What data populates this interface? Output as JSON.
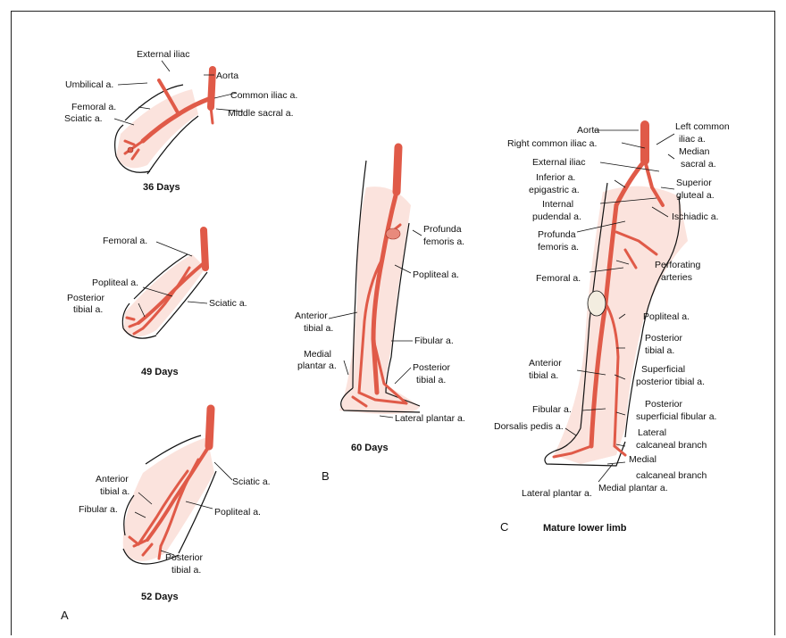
{
  "panels": {
    "a": {
      "letter": "A",
      "stage1": {
        "caption": "36 Days",
        "labels": [
          "External iliac",
          "Umbilical a.",
          "Aorta",
          "Common iliac a.",
          "Femoral a.",
          "Middle sacral a.",
          "Sciatic a."
        ]
      },
      "stage2": {
        "caption": "49 Days",
        "labels": [
          "Femoral a.",
          "Popliteal a.",
          "Sciatic a.",
          "Posterior",
          "tibial a."
        ]
      },
      "stage3": {
        "caption": "52 Days",
        "labels": [
          "Sciatic a.",
          "Anterior",
          "tibial a.",
          "Fibular a.",
          "Popliteal a.",
          "Posterior",
          "tibial a."
        ]
      }
    },
    "b": {
      "letter": "B",
      "caption": "60 Days",
      "labels": [
        "Profunda",
        "femoris a.",
        "Popliteal a.",
        "Anterior",
        "tibial a.",
        "Fibular a.",
        "Medial",
        "plantar a.",
        "Posterior",
        "tibial a.",
        "Lateral plantar a."
      ]
    },
    "c": {
      "letter": "C",
      "caption": "Mature lower limb",
      "labels": [
        "Aorta",
        "Left common",
        "iliac a.",
        "Right common iliac a.",
        "Median",
        "sacral a.",
        "External iliac",
        "Inferior a.",
        "epigastric a.",
        "Superior",
        "gluteal a.",
        "Internal",
        "pudendal a.",
        "Ischiadic a.",
        "Profunda",
        "femoris a.",
        "Perforating",
        "arteries",
        "Femoral a.",
        "Popliteal a.",
        "Posterior",
        "tibial a.",
        "Anterior",
        "tibial a.",
        "Superficial",
        "posterior tibial a.",
        "Fibular a.",
        "Posterior",
        "superficial fibular a.",
        "Dorsalis pedis a.",
        "Lateral",
        "calcaneal branch",
        "Medial",
        "calcaneal branch",
        "Lateral plantar a.",
        "Medial plantar a."
      ]
    }
  },
  "colors": {
    "artery": "#e05a48",
    "limb_fill": "#fbe3dd",
    "outline": "#111111"
  }
}
